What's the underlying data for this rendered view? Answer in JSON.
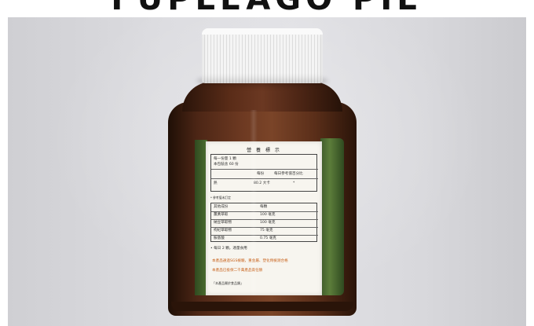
{
  "header": {
    "title": "FUPLEAGO PIE"
  },
  "label": {
    "title": "營 養 標 示",
    "serving_size": "每一份量 1 顆",
    "servings": "本包裝含 60 份",
    "col_per_serving": "每份",
    "col_daily_ref": "每日參考值百分比",
    "row1_name": "熱",
    "row1_value": "80.2 大卡",
    "row1_pct": "*",
    "footnote": "* 參考值未訂定",
    "items": [
      {
        "name": "其他成份",
        "value": "每顆"
      },
      {
        "name": "薑黃萃取",
        "value": "100 毫克"
      },
      {
        "name": "納豆萃取物",
        "value": "100 毫克"
      },
      {
        "name": "枸杞萃取物",
        "value": "75 毫克"
      },
      {
        "name": "胺基酸",
        "value": "0.75 毫克"
      }
    ],
    "usage": "• 每日 2 顆，適量食用",
    "warning_1": "本產品通過SGS檢驗，重金屬、塑化劑檢測合格",
    "warning_2": "本產品已投保二千萬產品責任險",
    "note": "「本產品屬於食品類」"
  },
  "colors": {
    "bottle": "#6e3a22",
    "cap": "#f4f4f4",
    "label_green": "#5c7d3a",
    "label_paper": "#f7f5ef",
    "label_orange": "#c8611a",
    "background": "#dcdce0"
  }
}
